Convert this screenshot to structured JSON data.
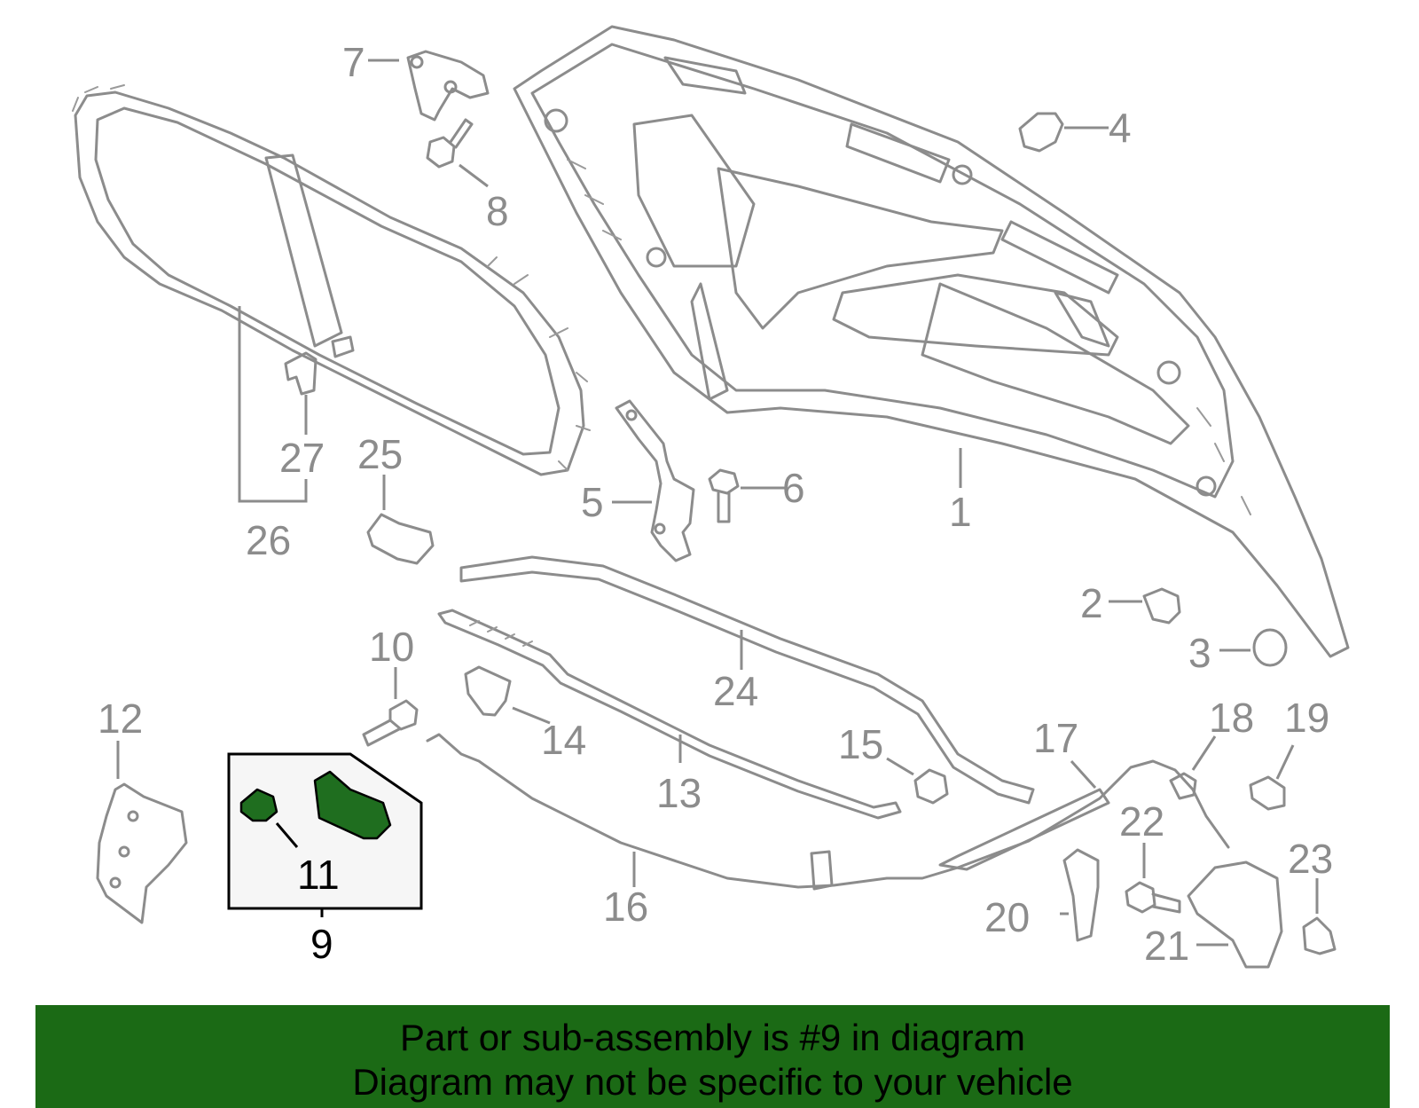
{
  "colors": {
    "part_outline": "#8c8c8c",
    "highlight_fill": "#1f6e1f",
    "banner_background": "#1b6a15",
    "text_dark": "#000000"
  },
  "callouts": {
    "c1": "1",
    "c2": "2",
    "c3": "3",
    "c4": "4",
    "c5": "5",
    "c6": "6",
    "c7": "7",
    "c8": "8",
    "c9": "9",
    "c10": "10",
    "c11": "11",
    "c12": "12",
    "c13": "13",
    "c14": "14",
    "c15": "15",
    "c16": "16",
    "c17": "17",
    "c18": "18",
    "c19": "19",
    "c20": "20",
    "c21": "21",
    "c22": "22",
    "c23": "23",
    "c24": "24",
    "c25": "25",
    "c26": "26",
    "c27": "27"
  },
  "banner": {
    "line1": "Part or sub-assembly is #9 in diagram",
    "line2": "Diagram may not be specific to your vehicle"
  }
}
